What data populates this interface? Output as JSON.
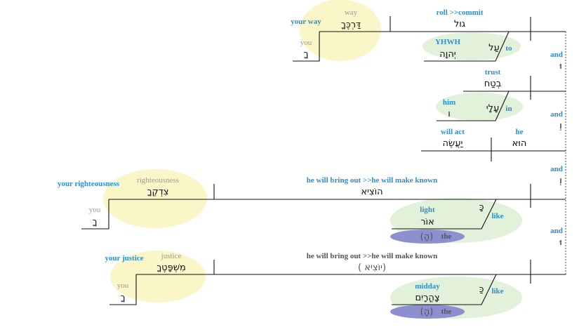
{
  "colors": {
    "gloss_blue": "#2a8fd6",
    "gloss_gray": "#9a9a9a",
    "yellow_highlight": "#fbf6c7",
    "green_highlight": "#e2f1d9",
    "purple_highlight": "#8c8fd0"
  },
  "clause1": {
    "verb_heb": "גול",
    "verb_gloss_a": "roll",
    "verb_gloss_b": ">>commit",
    "object_heb": "דַּרְכֶּךָ",
    "object_gloss": "way",
    "object_group_gloss": "your way",
    "suffix_heb": "ךָ",
    "suffix_gloss": "you",
    "prep_heb": "עַל",
    "prep_gloss": "to",
    "prep_object_heb": "יְהוָה",
    "prep_object_gloss": "YHWH",
    "conj_heb": "וּ",
    "conj_gloss": "and"
  },
  "clause2": {
    "verb_heb": "בְטַח",
    "verb_gloss": "trust",
    "prep_heb": "עָלָיו",
    "prep_display": "עָלָי",
    "prep_gloss": "in",
    "prep_object_heb": "ו",
    "prep_object_gloss": "him",
    "conj_heb": "וְ",
    "conj_gloss": "and"
  },
  "clause3": {
    "subject_heb": "הוּא",
    "subject_gloss": "he",
    "verb_heb": "יַעֲשֶׂה",
    "verb_gloss": "will act",
    "conj_heb": "וְ",
    "conj_gloss": "and"
  },
  "clause4": {
    "verb_heb": "הוֹצִיא",
    "verb_gloss_a": "he will bring out",
    "verb_gloss_b": ">>he will make known",
    "object_heb": "צִדְקֶךָ",
    "object_gloss": "righteousness",
    "object_group_gloss": "your righteousness",
    "suffix_heb": "ךָ",
    "suffix_gloss": "you",
    "prep_heb": "כָּ",
    "prep_gloss": "like",
    "prep_object_heb": "אוֹר",
    "prep_object_gloss": "light",
    "article_heb": "(הָ)",
    "article_gloss": "the",
    "conj_heb": "וּ",
    "conj_gloss": "and"
  },
  "clause5": {
    "verb_heb": "( יוֹצִיא)",
    "verb_gloss_a": "he will bring out",
    "verb_gloss_b": ">>he will make known",
    "object_heb": "מִשְׁפָּטֶךָ",
    "object_gloss": "justice",
    "object_group_gloss": "your justice",
    "suffix_heb": "ךָ",
    "suffix_gloss": "you",
    "prep_heb": "כַּ",
    "prep_gloss": "like",
    "prep_object_heb": "צָהֳרָיִם",
    "prep_object_gloss": "midday",
    "article_heb": "(הָ)",
    "article_gloss": "the"
  }
}
